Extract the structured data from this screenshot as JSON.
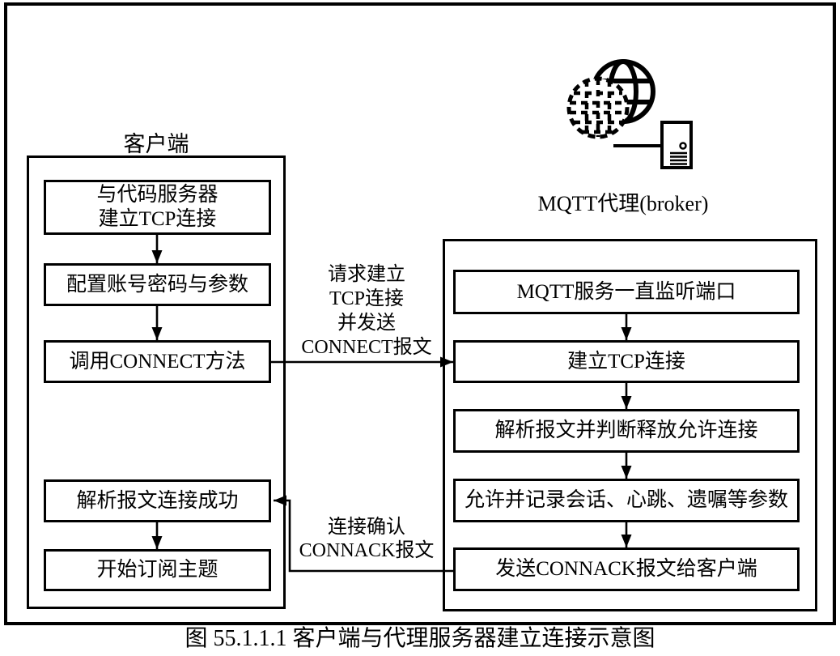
{
  "colors": {
    "ink": "#000000",
    "paper": "#ffffff"
  },
  "caption": "图 55.1.1.1 客户端与代理服务器建立连接示意图",
  "client": {
    "title": "客户端",
    "steps": [
      "与代码服务器\n建立TCP连接",
      "配置账号密码与参数",
      "调用CONNECT方法",
      "解析报文连接成功",
      "开始订阅主题"
    ]
  },
  "broker": {
    "title": "MQTT代理(broker)",
    "icon": "globe-network-server-icon",
    "steps": [
      "MQTT服务一直监听端口",
      "建立TCP连接",
      "解析报文并判断释放允许连接",
      "允许并记录会话、心跳、遗嘱等参数",
      "发送CONNACK报文给客户端"
    ]
  },
  "flows": [
    {
      "from": "client-step-3",
      "to": "broker-step-2",
      "label": "请求建立\nTCP连接\n并发送\nCONNECT报文"
    },
    {
      "from": "broker-step-5",
      "to": "client-step-4",
      "label": "连接确认\nCONNACK报文"
    }
  ]
}
